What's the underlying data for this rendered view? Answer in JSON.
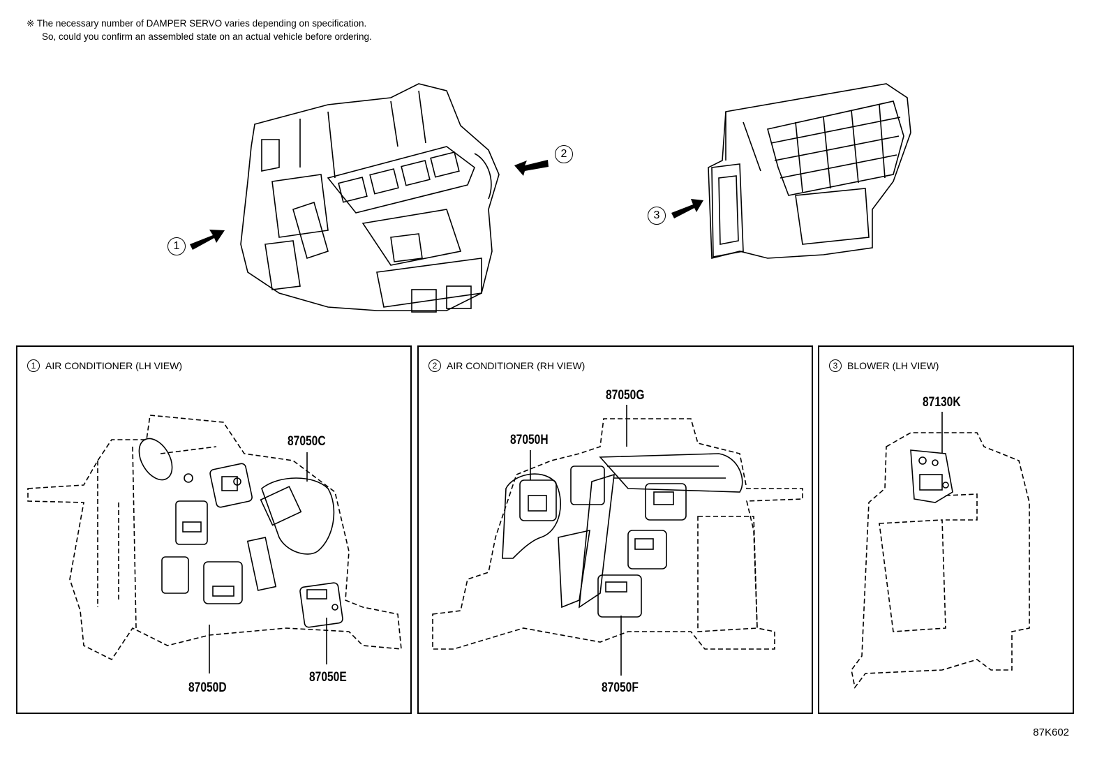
{
  "note": {
    "line1": "※ The necessary number of DAMPER SERVO varies depending on specification.",
    "line2": "So, could you confirm an assembled state on an actual vehicle before ordering."
  },
  "callouts": {
    "c1": "1",
    "c2": "2",
    "c3": "3"
  },
  "panels": [
    {
      "num": "1",
      "title": "AIR CONDITIONER (LH VIEW)"
    },
    {
      "num": "2",
      "title": "AIR CONDITIONER (RH VIEW)"
    },
    {
      "num": "3",
      "title": "BLOWER (LH VIEW)"
    }
  ],
  "parts": {
    "p87050C": "87050C",
    "p87050D": "87050D",
    "p87050E": "87050E",
    "p87050H": "87050H",
    "p87050G": "87050G",
    "p87050F": "87050F",
    "p87130K": "87130K"
  },
  "figure_code": "87K602"
}
